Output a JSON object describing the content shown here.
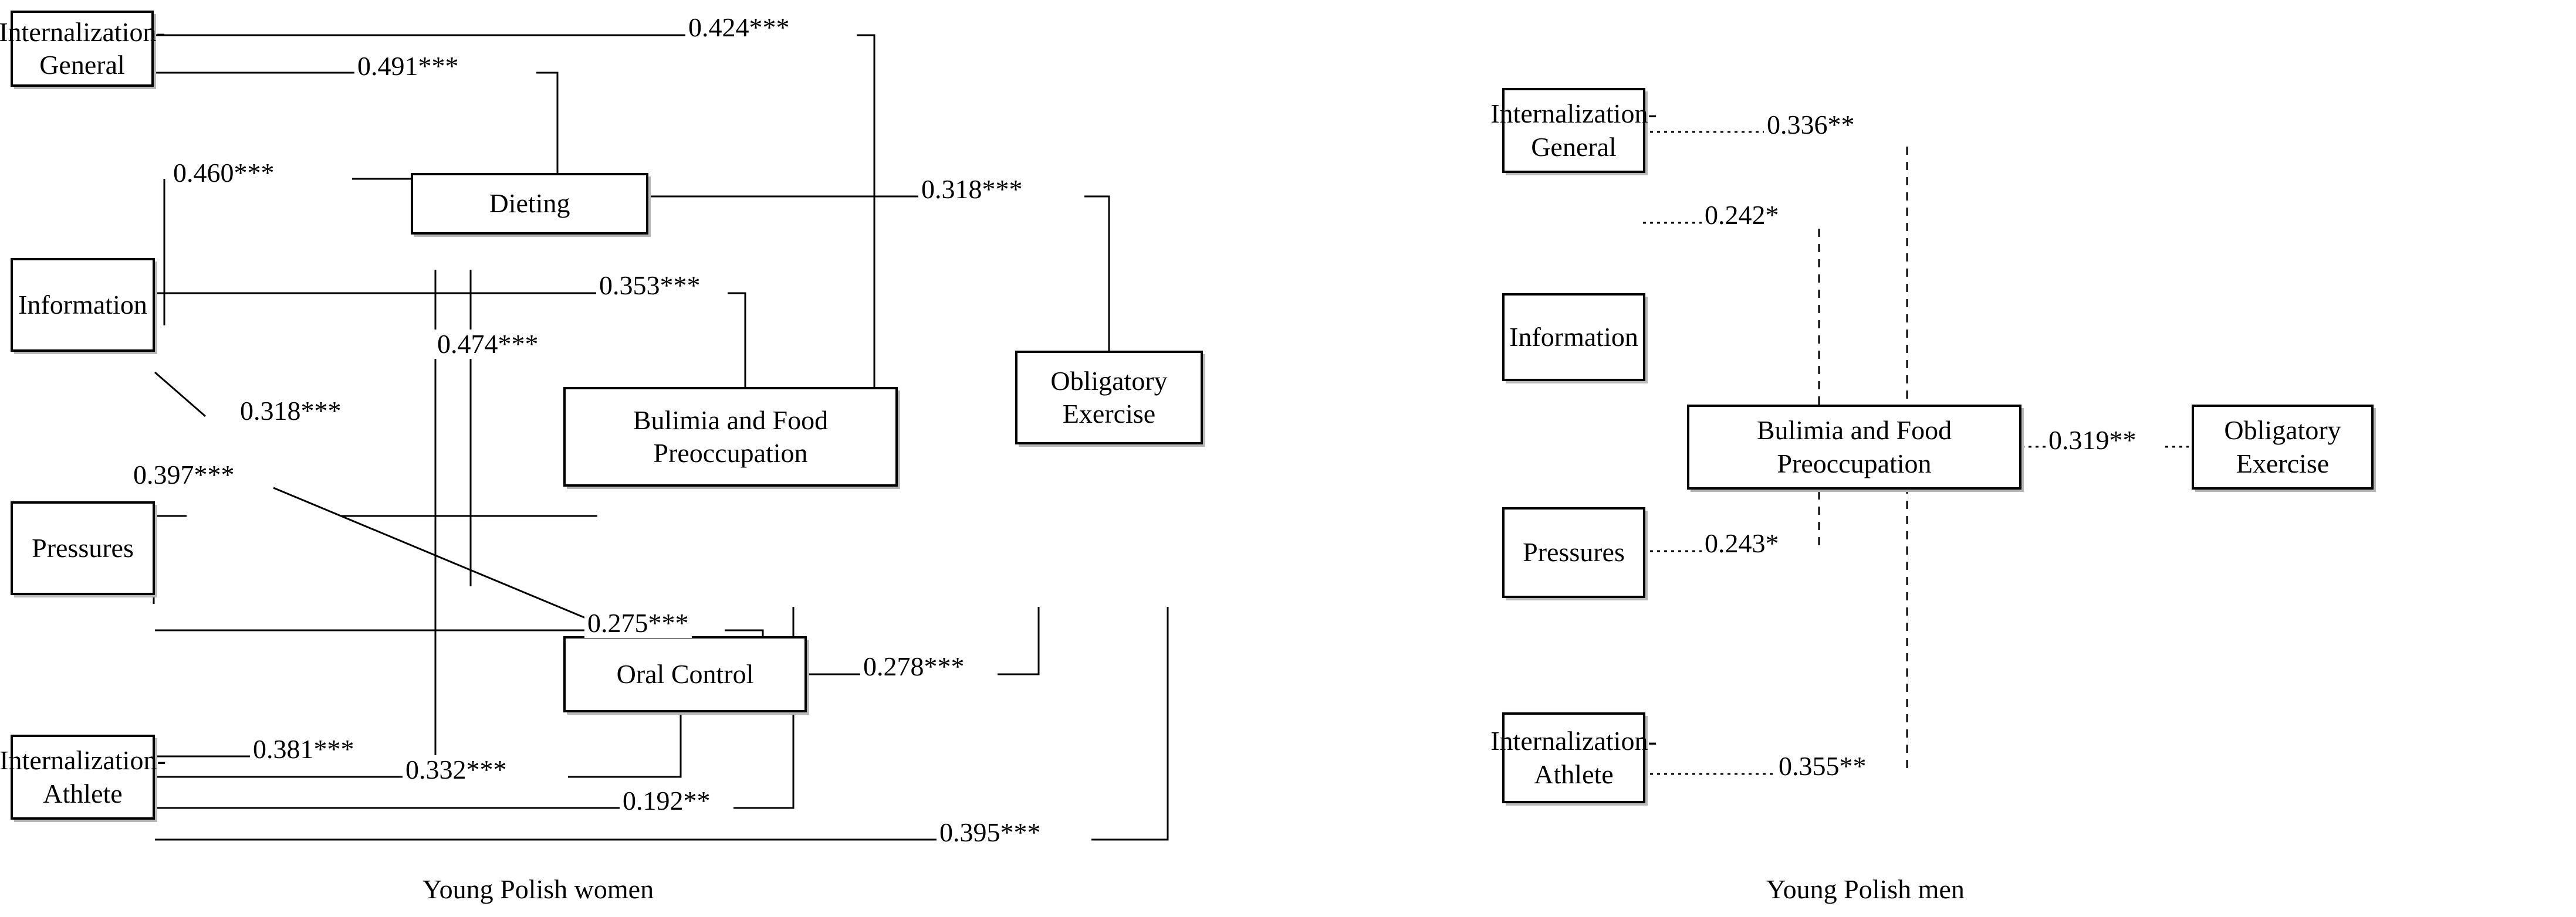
{
  "figure": {
    "type": "path-diagram",
    "panels": [
      {
        "id": "women",
        "caption": "Young Polish women",
        "line_style": "solid",
        "nodes": [
          {
            "id": "int_general",
            "label": "Internalization-\nGeneral",
            "line1": "Internalization-",
            "line2": "General"
          },
          {
            "id": "information",
            "label": "Information",
            "line1": "Information",
            "line2": ""
          },
          {
            "id": "pressures",
            "label": "Pressures",
            "line1": "Pressures",
            "line2": ""
          },
          {
            "id": "int_athlete",
            "label": "Internalization-\nAthlete",
            "line1": "Internalization-",
            "line2": "Athlete"
          },
          {
            "id": "dieting",
            "label": "Dieting",
            "line1": "Dieting",
            "line2": ""
          },
          {
            "id": "bulimia",
            "label": "Bulimia and Food\nPreoccupation",
            "line1": "Bulimia and Food",
            "line2": "Preoccupation"
          },
          {
            "id": "oral_control",
            "label": "Oral Control",
            "line1": "Oral Control",
            "line2": ""
          },
          {
            "id": "obligatory",
            "label": "Obligatory\nExercise",
            "line1": "Obligatory",
            "line2": "Exercise"
          }
        ],
        "paths": [
          {
            "from": "int_general",
            "to": "bulimia",
            "coefficient": "0.424***"
          },
          {
            "from": "int_general",
            "to": "dieting",
            "coefficient": "0.491***"
          },
          {
            "from": "information",
            "to": "dieting",
            "coefficient": "0.460***"
          },
          {
            "from": "dieting",
            "to": "obligatory",
            "coefficient": "0.318***"
          },
          {
            "from": "information",
            "to": "bulimia",
            "coefficient": "0.353***"
          },
          {
            "from": "pressures",
            "to": "dieting",
            "coefficient": "0.474***"
          },
          {
            "from": "information",
            "to": "oral_control",
            "coefficient": "0.318***"
          },
          {
            "from": "pressures",
            "to": "bulimia",
            "coefficient": "0.397***"
          },
          {
            "from": "pressures",
            "to": "oral_control",
            "coefficient": "0.275***"
          },
          {
            "from": "int_athlete",
            "to": "dieting",
            "coefficient": "0.381***"
          },
          {
            "from": "int_athlete",
            "to": "oral_control",
            "coefficient": "0.332***"
          },
          {
            "from": "oral_control",
            "to": "obligatory",
            "coefficient": "0.278***"
          },
          {
            "from": "int_athlete",
            "to": "bulimia",
            "coefficient": "0.192**"
          },
          {
            "from": "int_athlete",
            "to": "obligatory",
            "coefficient": "0.395***"
          }
        ]
      },
      {
        "id": "men",
        "caption": "Young Polish men",
        "line_style": "dotted",
        "nodes": [
          {
            "id": "int_general",
            "label": "Internalization-\nGeneral",
            "line1": "Internalization-",
            "line2": "General"
          },
          {
            "id": "information",
            "label": "Information",
            "line1": "Information",
            "line2": ""
          },
          {
            "id": "pressures",
            "label": "Pressures",
            "line1": "Pressures",
            "line2": ""
          },
          {
            "id": "int_athlete",
            "label": "Internalization-\nAthlete",
            "line1": "Internalization-",
            "line2": "Athlete"
          },
          {
            "id": "bulimia",
            "label": "Bulimia and Food\nPreoccupation",
            "line1": "Bulimia and Food",
            "line2": "Preoccupation"
          },
          {
            "id": "obligatory",
            "label": "Obligatory\nExercise",
            "line1": "Obligatory",
            "line2": "Exercise"
          }
        ],
        "paths": [
          {
            "from": "int_general",
            "to": "bulimia",
            "coefficient": "0.336**"
          },
          {
            "from": "information",
            "to": "bulimia",
            "coefficient": "0.242*"
          },
          {
            "from": "pressures",
            "to": "bulimia",
            "coefficient": "0.243*"
          },
          {
            "from": "int_athlete",
            "to": "bulimia",
            "coefficient": "0.355**"
          },
          {
            "from": "bulimia",
            "to": "obligatory",
            "coefficient": "0.319**"
          }
        ]
      }
    ]
  },
  "colors": {
    "stroke": "#000000",
    "background": "#ffffff",
    "box_shadow": "#b8b8b8"
  }
}
